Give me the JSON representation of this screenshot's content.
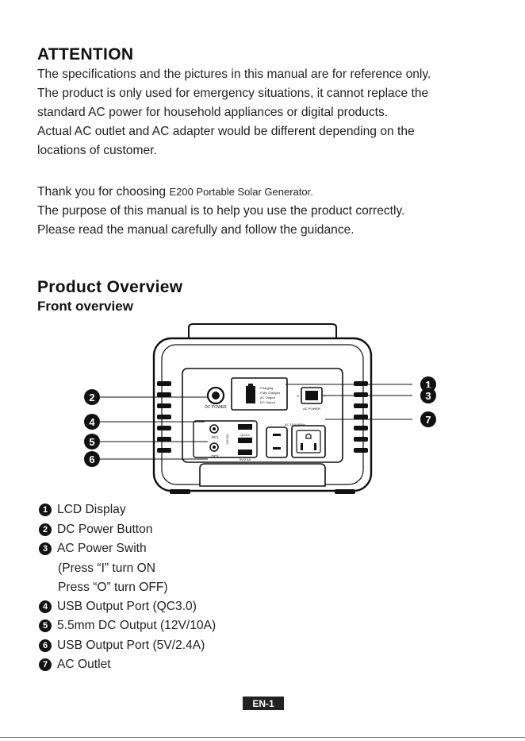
{
  "attention": {
    "title": "ATTENTION",
    "lines": [
      "The specifications and the pictures in this manual are for reference only.",
      "The product is only used for emergency situations, it cannot replace the",
      "standard AC power for household appliances or digital products.",
      "Actual AC outlet and AC adapter would be different depending on the",
      "locations of customer."
    ]
  },
  "intro": {
    "thank_prefix": "Thank you for choosing ",
    "product_name": "E200 Portable Solar Generator.",
    "lines": [
      "The purpose of this manual is to help you use the product correctly.",
      "Please read the manual carefully and follow the guidance."
    ]
  },
  "overview": {
    "title": "Product Overview",
    "subtitle": "Front overview",
    "device": {
      "dc_power_label": "DC POWER",
      "ac_power_label": "AC POWER",
      "lcd_lines": [
        "Charging",
        "Fully Charged",
        "AC Output",
        "DC Output"
      ],
      "dc1_label": "DC1",
      "dc2_label": "DC2",
      "dc_output_spec": "12V/10A",
      "qc_label": "QC3.0",
      "usb_spec": "5V/2.4A",
      "ac_outlet_spec": "AC 110V/60Hz",
      "switch_off": "O",
      "switch_on": "I"
    },
    "callouts": [
      "1",
      "2",
      "3",
      "4",
      "5",
      "6",
      "7"
    ],
    "legend": [
      {
        "num": "1",
        "label": "LCD Display"
      },
      {
        "num": "2",
        "label": "DC Power Button"
      },
      {
        "num": "3",
        "label": "AC Power Swith",
        "extra": [
          "(Press “I” turn ON",
          "Press “O” turn OFF)"
        ]
      },
      {
        "num": "4",
        "label": "USB Output Port (QC3.0)"
      },
      {
        "num": "5",
        "label": "5.5mm DC Output (12V/10A)"
      },
      {
        "num": "6",
        "label": "USB Output Port (5V/2.4A)"
      },
      {
        "num": "7",
        "label": "AC Outlet"
      }
    ]
  },
  "footer": {
    "page": "EN-1"
  }
}
